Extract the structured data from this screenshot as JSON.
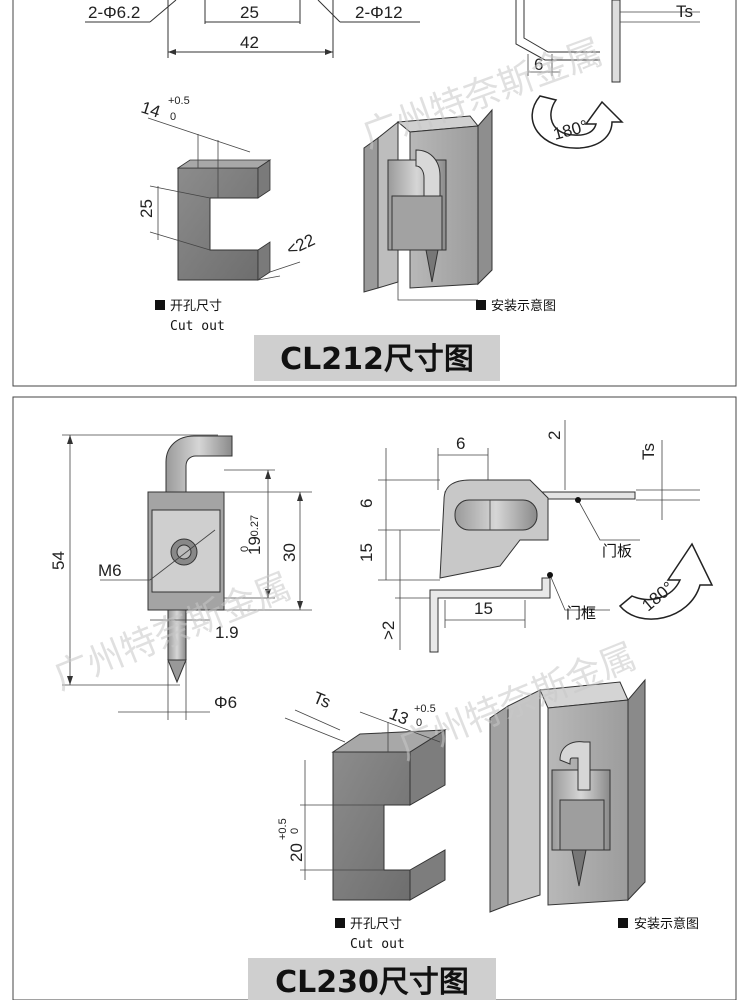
{
  "panel1": {
    "dims": {
      "holes_left": "2-Φ6.2",
      "center": "25",
      "holes_right": "2-Φ12",
      "overall": "42",
      "top_dim": "14",
      "top_tol_up": "+0.5",
      "top_tol_low": "0",
      "height": "25",
      "depth": "<22",
      "ts": "Ts",
      "six": "6",
      "rotation": "180°"
    },
    "cutout_label": "开孔尺寸",
    "cutout_label_en": "Cut out",
    "install_label": "安装示意图",
    "caption": "CL212尺寸图",
    "watermark": "广州特奈斯金属"
  },
  "panel2": {
    "dims": {
      "height": "54",
      "thread": "M6",
      "d19": "19",
      "d19_tol_up": "0",
      "d19_tol_low": "-0.27",
      "d30": "30",
      "d19b": "1.9",
      "dia": "Φ6",
      "six_top": "6",
      "two": "2",
      "ts": "Ts",
      "six_side": "6",
      "fifteen_v": "15",
      "gt2": ">2",
      "fifteen_h": "15",
      "rotation": "180°",
      "ts2": "Ts",
      "thirteen": "13",
      "thirteen_tol_up": "+0.5",
      "thirteen_tol_low": "0",
      "twenty": "20",
      "twenty_tol_up": "+0.5",
      "twenty_tol_low": "0"
    },
    "door_panel": "门板",
    "door_frame": "门框",
    "cutout_label": "开孔尺寸",
    "cutout_label_en": "Cut out",
    "install_label": "安装示意图",
    "caption": "CL230尺寸图",
    "watermark1": "广州特奈斯金属",
    "watermark2": "广州特奈斯金属"
  }
}
